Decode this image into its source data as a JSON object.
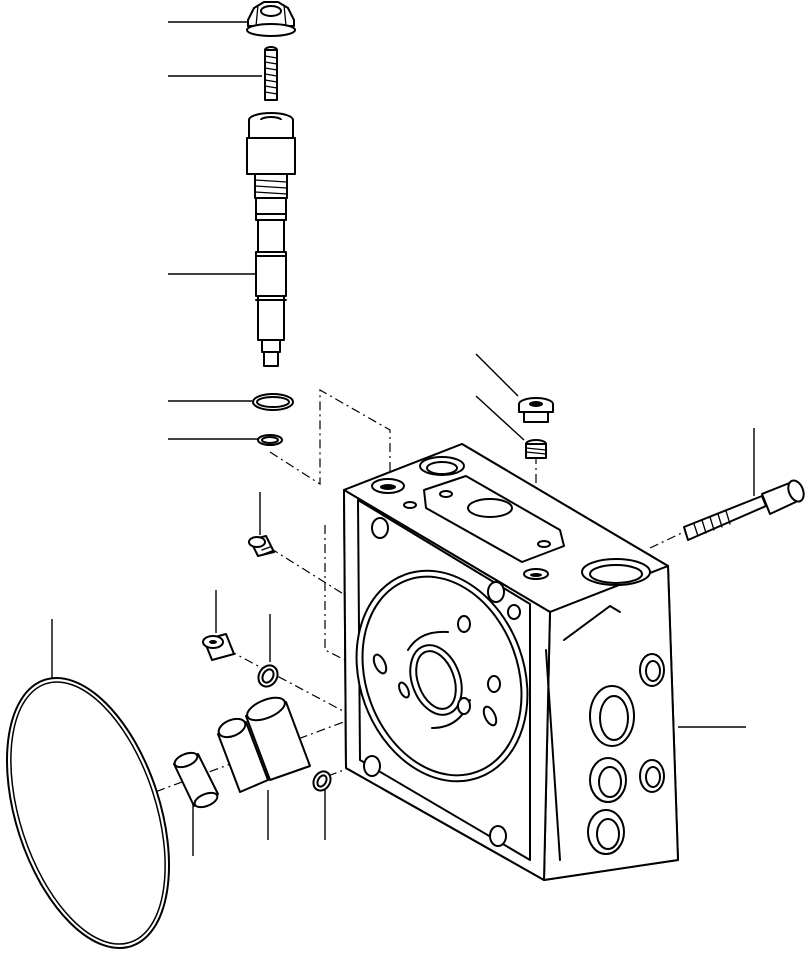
{
  "diagram": {
    "type": "exploded-parts-view",
    "colors": {
      "line": "#000000",
      "background": "#ffffff"
    },
    "parts": [
      "flange-nut",
      "stud",
      "valve-cartridge",
      "o-ring-large",
      "o-ring-small",
      "plug-upper",
      "set-screw",
      "long-bolt",
      "plug-left",
      "plug-small",
      "o-ring-small-left",
      "o-ring-lower",
      "large-seal-ring",
      "bushing",
      "sleeve-collar",
      "valve-housing-block"
    ]
  }
}
